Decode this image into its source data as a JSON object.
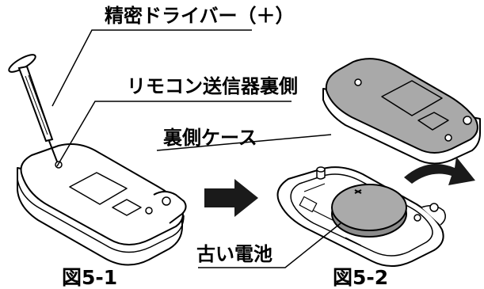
{
  "labels": {
    "driver": "精密ドライバー（＋）",
    "remote_back": "リモコン送信器裏側",
    "back_case": "裏側ケース",
    "old_battery": "古い電池",
    "fig1": "図5-1",
    "fig2": "図5-2"
  },
  "battery": {
    "polarity_mark": "+"
  },
  "colors": {
    "outline": "#000000",
    "case_fill": "#ffffff",
    "back_case_fill": "#a9a9a9",
    "battery_fill": "#aaaaaa",
    "arrow": "#1a1a1a"
  },
  "icons": [
    "screwdriver-icon",
    "arrow-right-icon",
    "curved-arrow-icon"
  ]
}
